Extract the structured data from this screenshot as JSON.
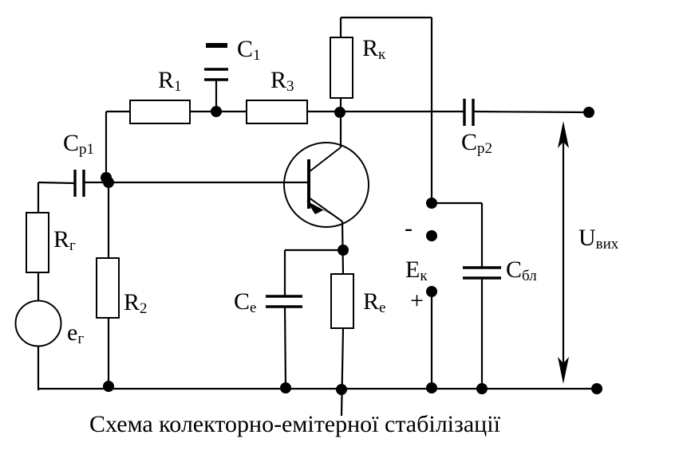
{
  "caption": "Схема колекторно-емітерної стабілізації",
  "labels": {
    "c1": {
      "main": "C",
      "sub": "1"
    },
    "r1": {
      "main": "R",
      "sub": "1"
    },
    "r3": {
      "main": "R",
      "sub": "3"
    },
    "rk": {
      "main": "R",
      "sub": "к"
    },
    "cp1": {
      "main": "C",
      "sub": "р1"
    },
    "cp2": {
      "main": "C",
      "sub": "р2"
    },
    "rg": {
      "main": "R",
      "sub": "г"
    },
    "eg": {
      "main": "e",
      "sub": "г"
    },
    "r2": {
      "main": "R",
      "sub": "2"
    },
    "ce": {
      "main": "C",
      "sub": "е"
    },
    "re": {
      "main": "R",
      "sub": "е"
    },
    "ek": {
      "main": "E",
      "sub": "к"
    },
    "cbl": {
      "main": "C",
      "sub": "бл"
    },
    "uout": {
      "main": "U",
      "sub": "вих"
    },
    "minus": "-",
    "plus": "+"
  }
}
